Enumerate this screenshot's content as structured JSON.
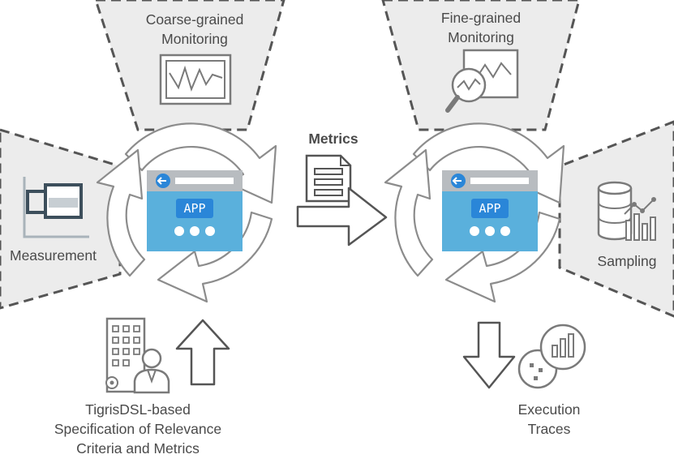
{
  "labels": {
    "coarse_line1": "Coarse-grained",
    "coarse_line2": "Monitoring",
    "fine_line1": "Fine-grained",
    "fine_line2": "Monitoring",
    "metrics": "Metrics",
    "measurement": "Measurement",
    "sampling": "Sampling",
    "spec_line1": "TigrisDSL-based",
    "spec_line2": "Specification of Relevance",
    "spec_line3": "Criteria and Metrics",
    "exec_line1": "Execution",
    "exec_line2": "Traces"
  },
  "app": {
    "badge": "APP"
  },
  "colors": {
    "panel_fill": "#ececec",
    "dash_stroke": "#555555",
    "app_body": "#5ab0dc",
    "app_bar": "#b8bcc0",
    "app_badge": "#2a86d8",
    "icon_dark": "#3d4f5c",
    "icon_gray": "#7a7a7a"
  },
  "icons": [
    "coarse-monitor-icon",
    "fine-monitor-magnifier-icon",
    "metrics-document-icon",
    "measurement-icon",
    "sampling-database-icon",
    "execution-traces-icon",
    "building-person-icon",
    "app-window-icon"
  ]
}
